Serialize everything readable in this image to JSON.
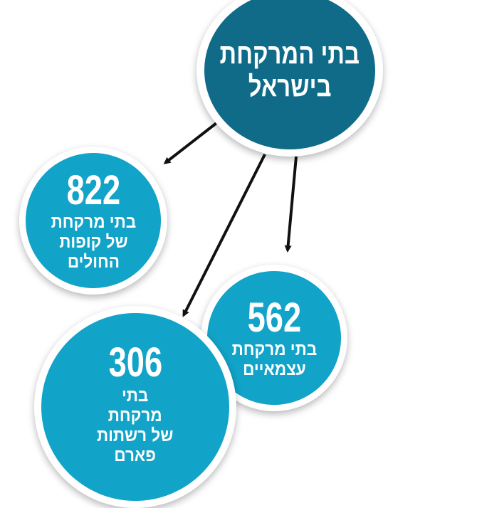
{
  "main": {
    "line1": "בתי המרקחת",
    "line2": "בישראל",
    "color": "#0f6b88"
  },
  "nodes": [
    {
      "value": "822",
      "lines": [
        "בתי מרקחת",
        "של קופות",
        "החולים"
      ]
    },
    {
      "value": "562",
      "lines": [
        "בתי מרקחת",
        "עצמאיים"
      ]
    },
    {
      "value": "306",
      "lines": [
        "בתי",
        "מרקחת",
        "של רשתות",
        "פארם"
      ]
    }
  ],
  "colors": {
    "node": "#11a3c8",
    "arrow": "#111111"
  }
}
